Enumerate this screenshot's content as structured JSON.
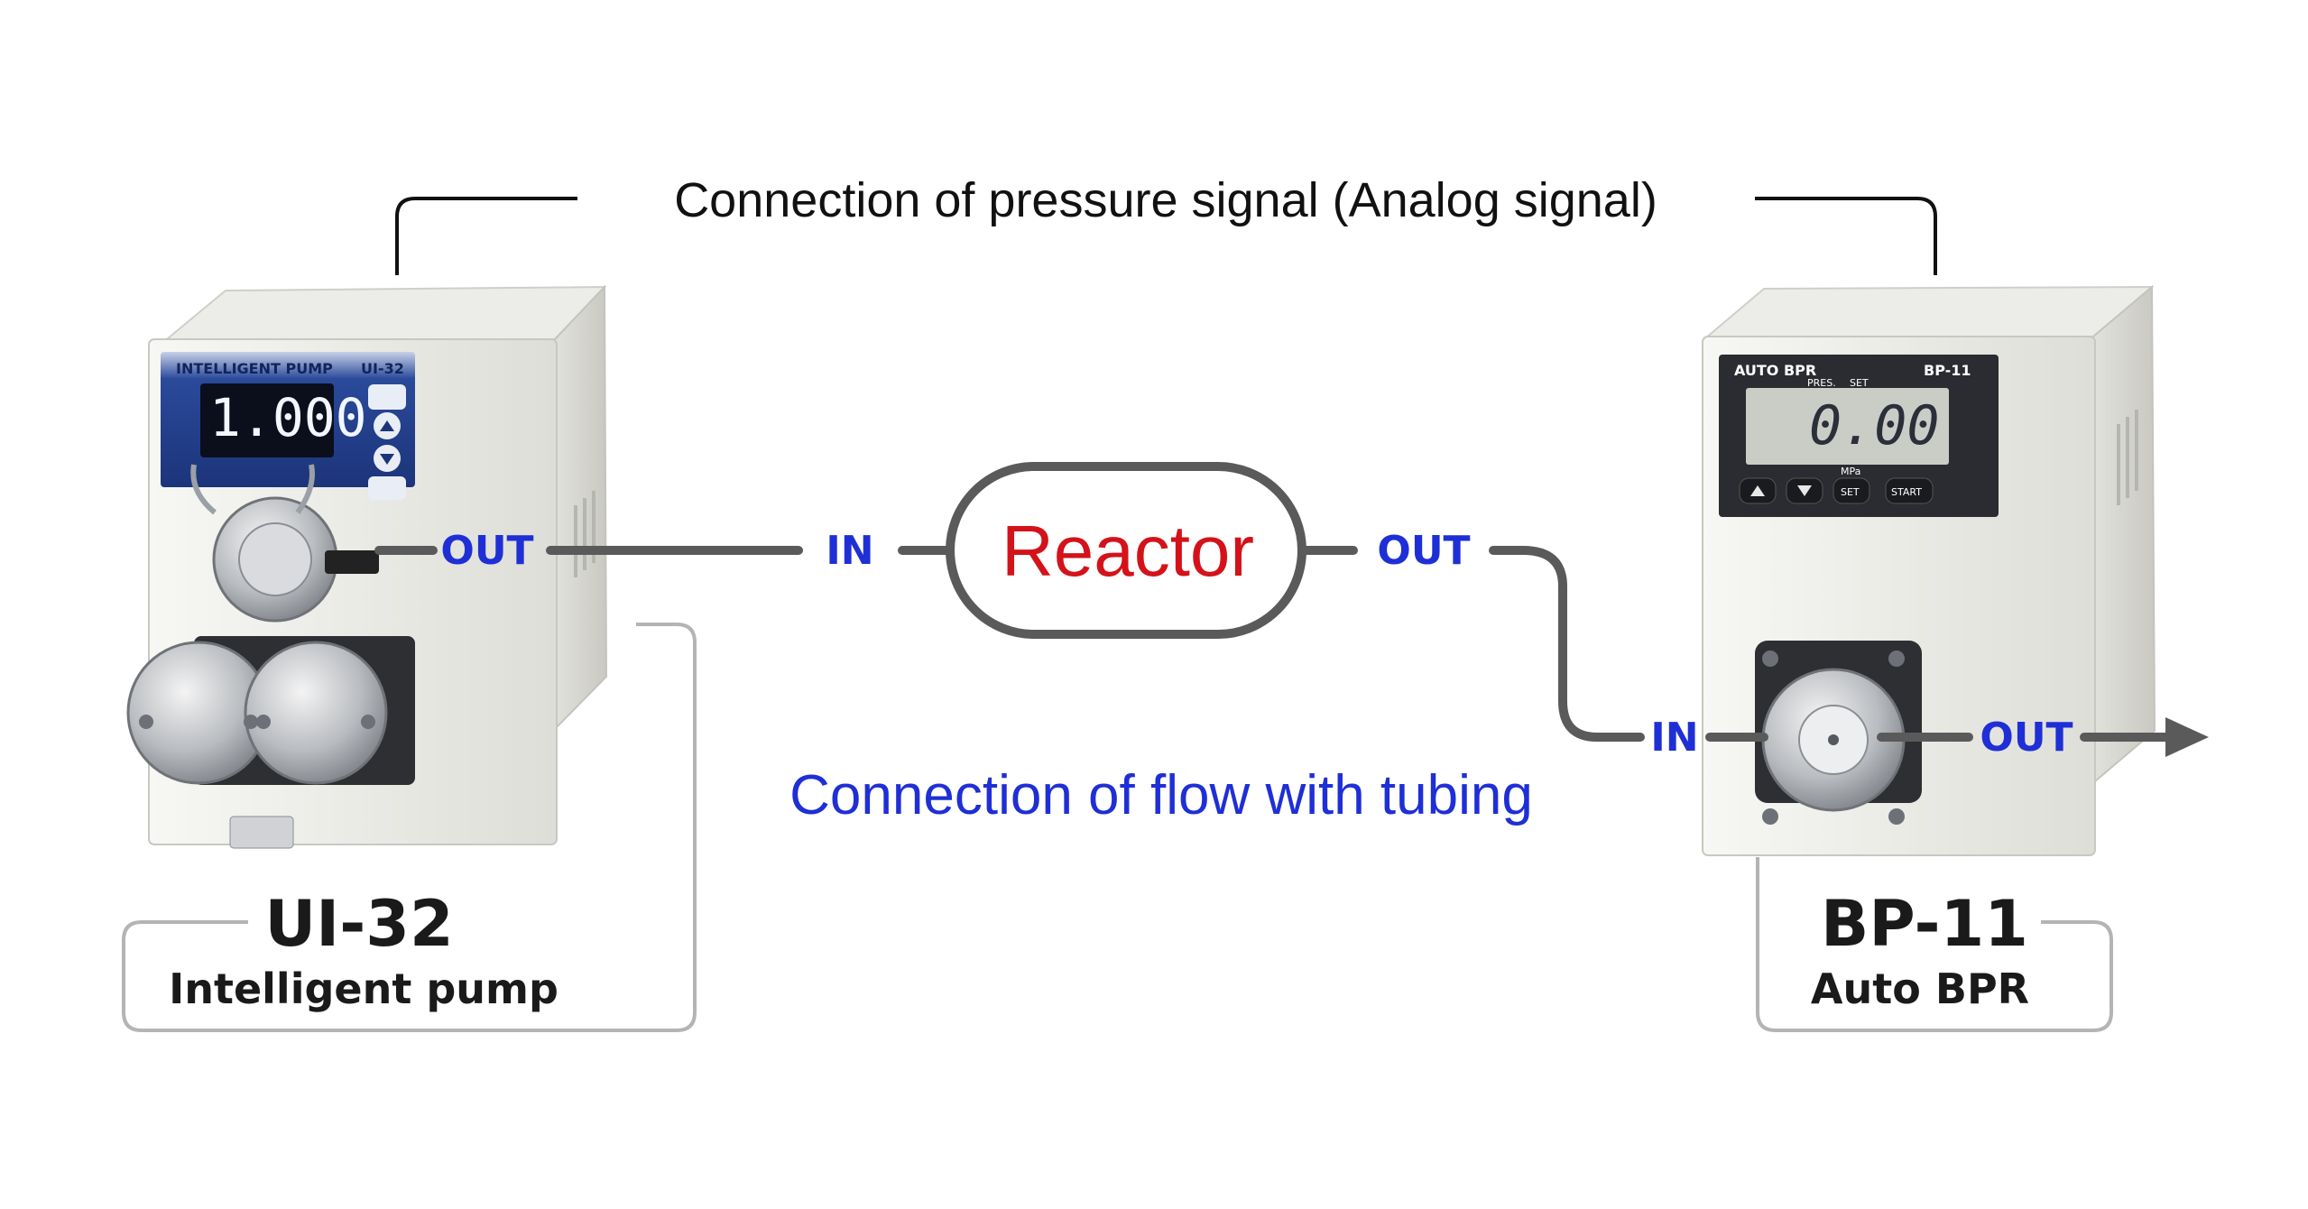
{
  "signal_label": "Connection of pressure signal (Analog signal)",
  "flow_label": "Connection of flow with tubing",
  "reactor": {
    "label": "Reactor",
    "in_label": "IN",
    "out_label": "OUT"
  },
  "pump": {
    "model": "UI-32",
    "description": "Intelligent pump",
    "out_label": "OUT",
    "panel_brand": "INTELLIGENT PUMP",
    "panel_model": "UI-32",
    "display_value": "1.000"
  },
  "bpr": {
    "model": "BP-11",
    "description": "Auto BPR",
    "in_label": "IN",
    "out_label": "OUT",
    "panel_brand": "AUTO BPR",
    "panel_model": "BP-11",
    "display_value": "0.00",
    "lcd_pres": "PRES.",
    "lcd_set": "SET",
    "lcd_unit": "MPa",
    "key_set": "SET",
    "key_start": "START"
  },
  "colors": {
    "port_text": "#1f2fd6",
    "reactor_text": "#d4121a",
    "tubing": "#5a5a5a",
    "pump_panel": "#1e3b8a"
  }
}
